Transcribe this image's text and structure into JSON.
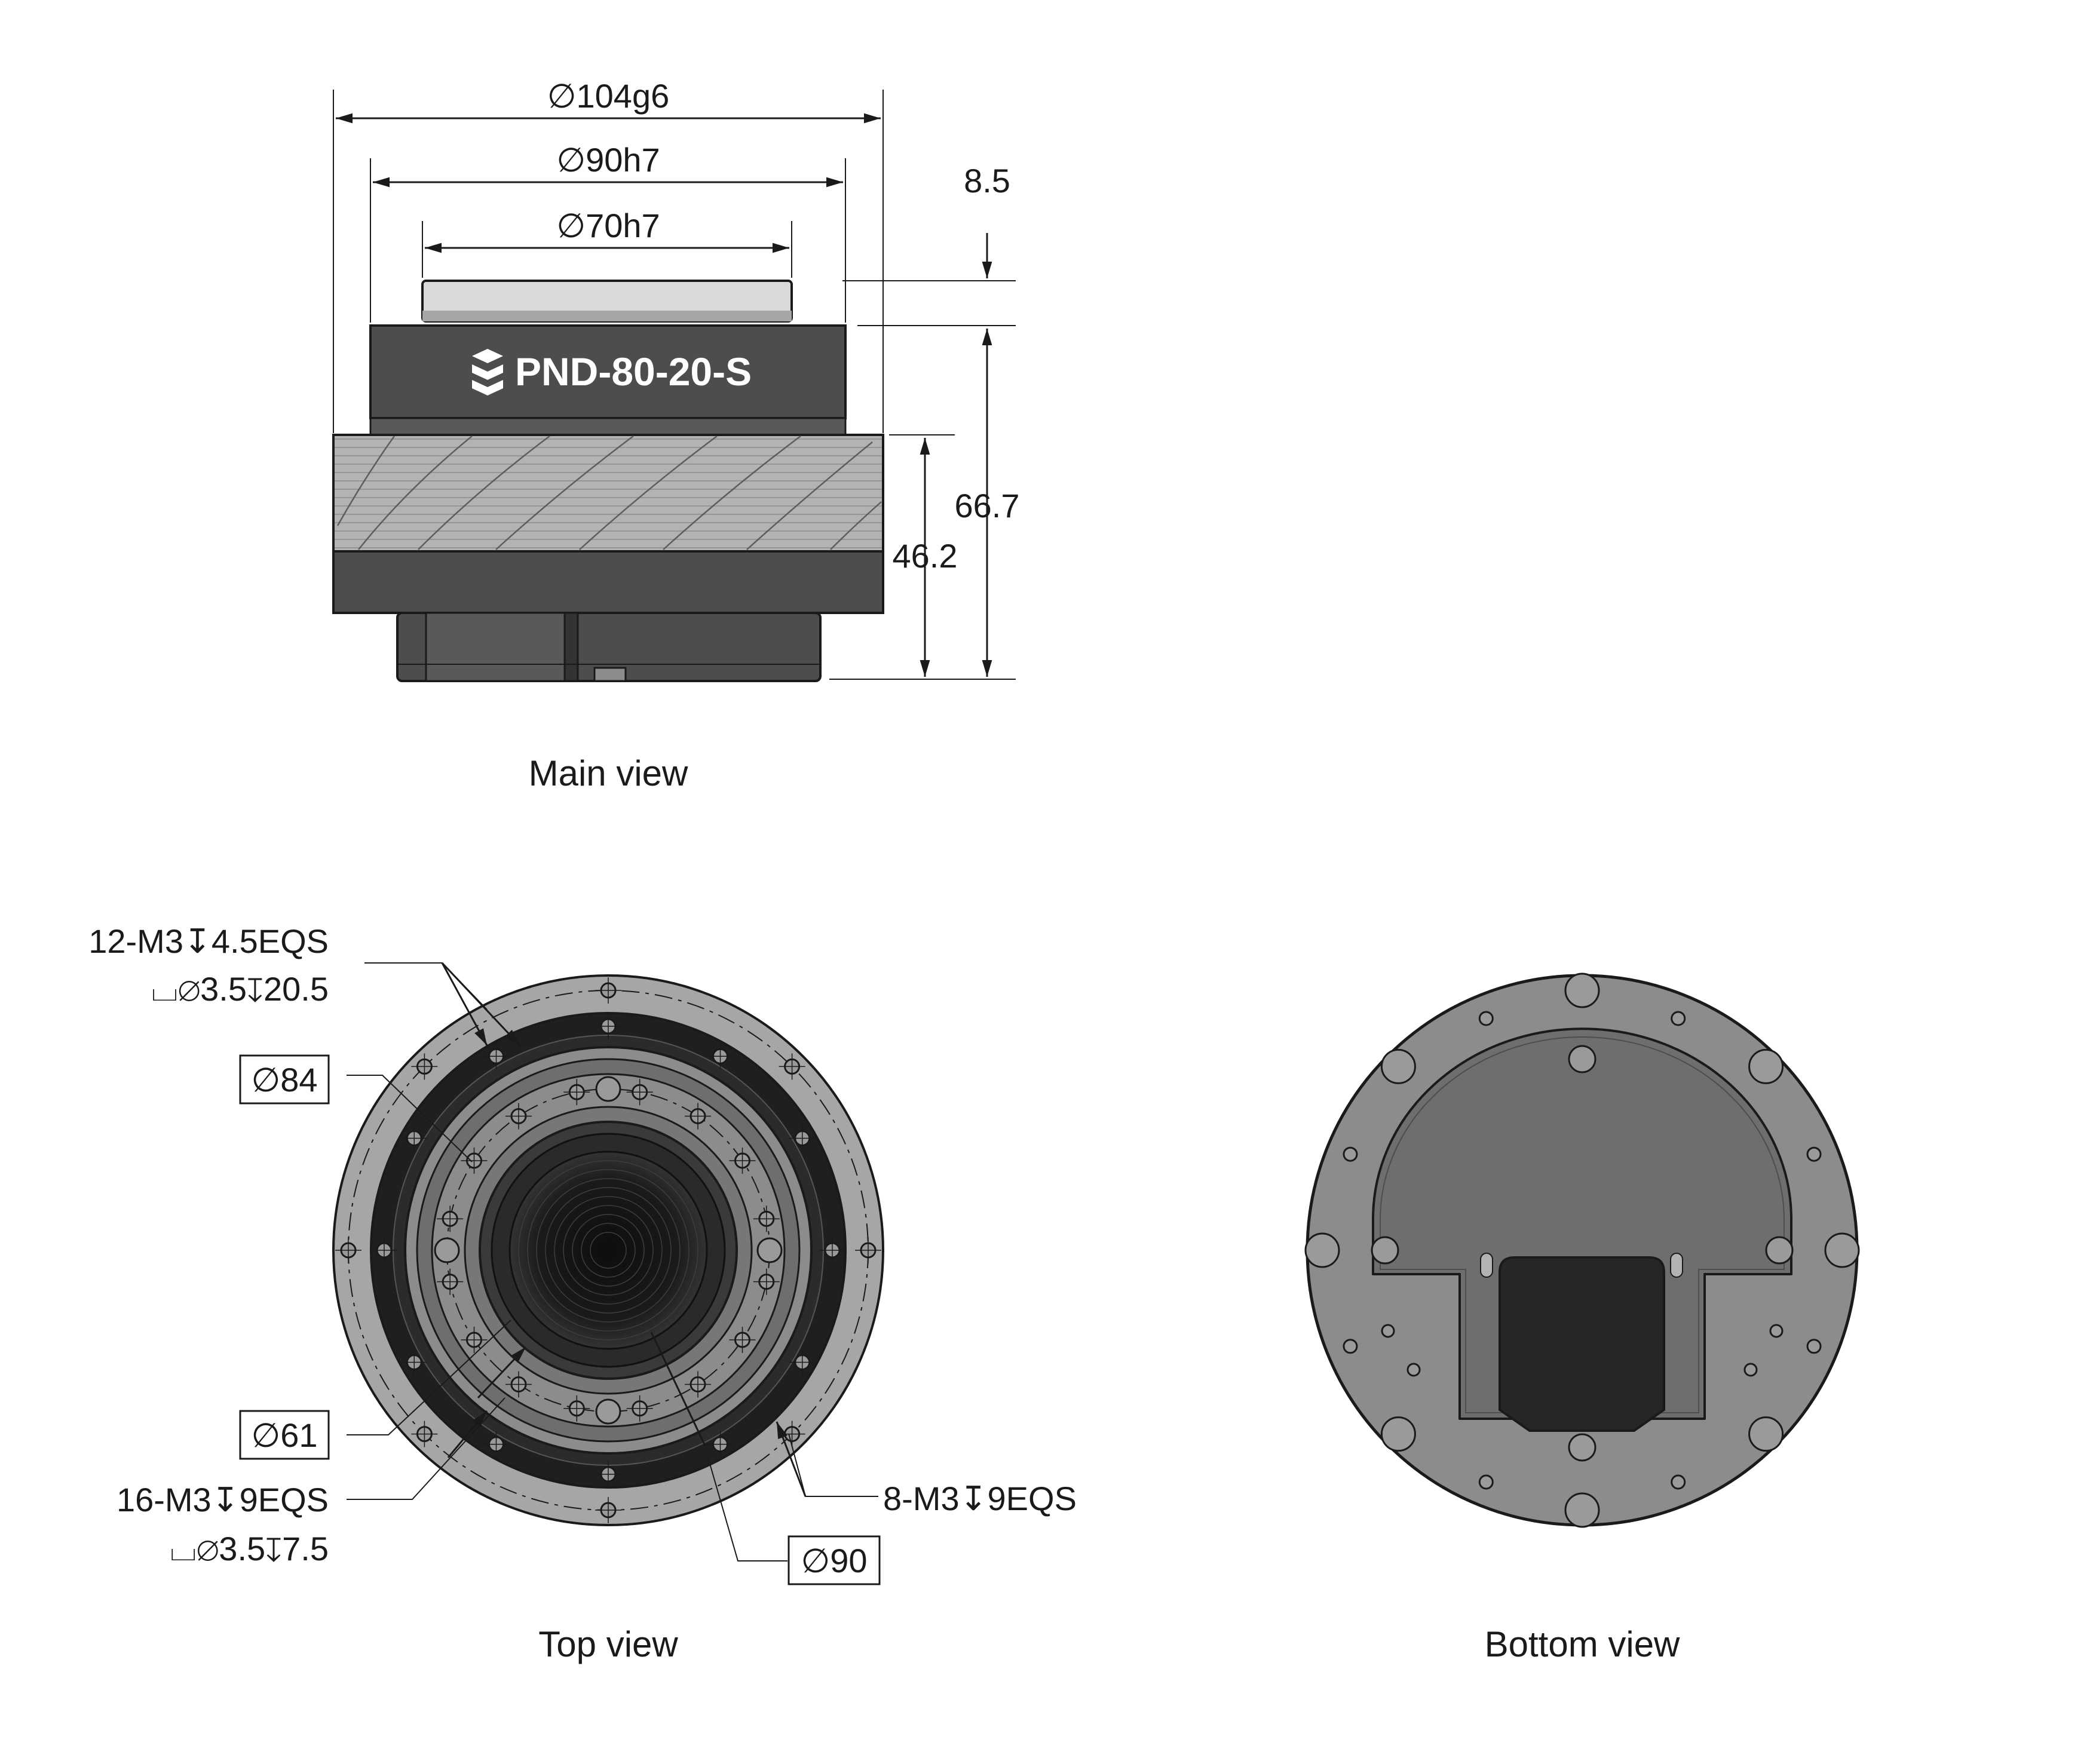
{
  "colors": {
    "ink": "#1a1a1a",
    "body_dark": "#4d4d4d",
    "body_mid": "#595959",
    "knurl": "#b3b3b3",
    "cap_light": "#d9d9d9",
    "plate": "#8c8c8c",
    "cover": "#6e6e6e"
  },
  "main_view": {
    "caption": "Main view",
    "label": "PND-80-20-S",
    "logo": "stacked-s-logo-icon",
    "dims": {
      "d104": "∅104g6",
      "d90": "∅90h7",
      "d70": "∅70h7",
      "h85": "8.5",
      "h667": "66.7",
      "h462": "46.2"
    }
  },
  "top_view": {
    "caption": "Top view",
    "callouts": {
      "m3_12_line1": "12-M3↧4.5EQS",
      "m3_12_line2": "⌴∅3.5↧20.5",
      "d84": "∅84",
      "d61": "∅61",
      "m3_16_line1": "16-M3↧9EQS",
      "m3_16_line2": "⌴∅3.5↧7.5",
      "m3_8": "8-M3↧9EQS",
      "d90": "∅90"
    }
  },
  "bottom_view": {
    "caption": "Bottom view"
  }
}
